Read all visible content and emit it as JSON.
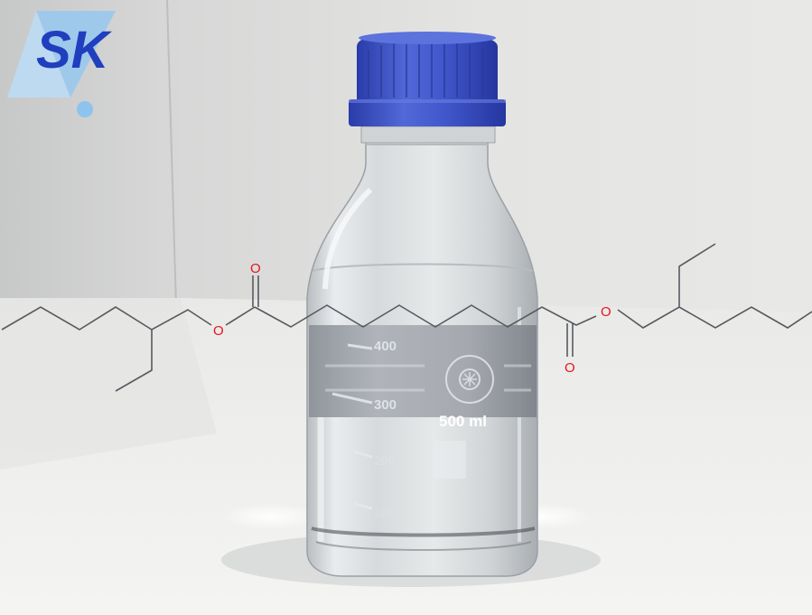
{
  "logo": {
    "text": "SK",
    "colors": {
      "triangle": "#9cc8ec",
      "letters": "#1f3fbf",
      "dot": "#8cc4ee"
    }
  },
  "bottle": {
    "graduation_marks": [
      "400",
      "300",
      "200",
      "100"
    ],
    "volume_label": "500 ml",
    "cap_color": "#3f55c8",
    "label_band_color": "#9ea3aa"
  },
  "structure": {
    "oxygen_label": "O",
    "bond_color": "#555a60",
    "oxygen_color": "#e8121c"
  },
  "colors": {
    "background_left": "#cfd0d0",
    "background_right": "#e6e6e4",
    "table": "#eeeeec"
  }
}
